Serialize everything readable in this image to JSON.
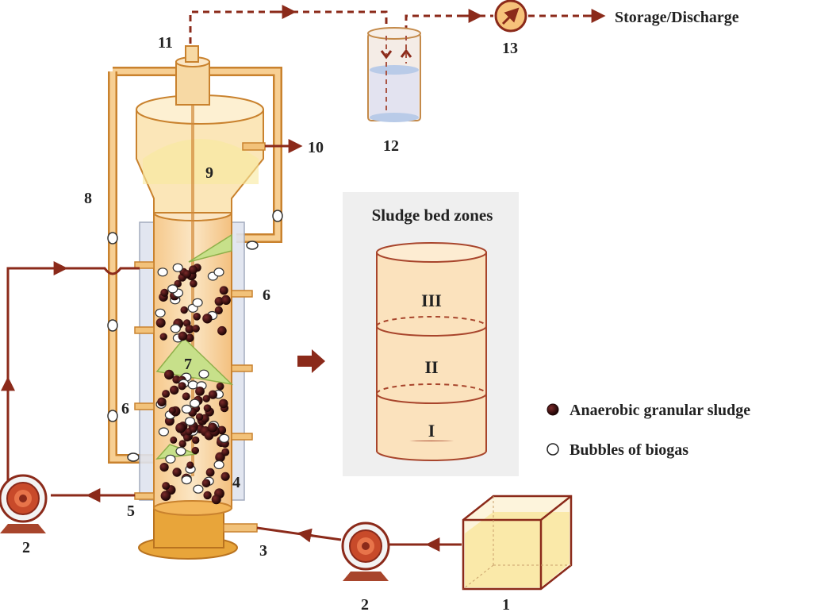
{
  "labels": {
    "n1": "1",
    "n2a": "2",
    "n2b": "2",
    "n3": "3",
    "n4": "4",
    "n5": "5",
    "n6a": "6",
    "n6b": "6",
    "n7": "7",
    "n8": "8",
    "n9": "9",
    "n10": "10",
    "n11": "11",
    "n12": "12",
    "n13": "13"
  },
  "destination": "Storage/Discharge",
  "zones": {
    "title": "Sludge bed zones",
    "items": [
      "III",
      "II",
      "I"
    ]
  },
  "legend": {
    "sludge": "Anaerobic granular sludge",
    "biogas": "Bubbles of biogas"
  },
  "colors": {
    "line": "#8b2a1a",
    "tube": "#f2c27a",
    "tube_stroke": "#c9822e",
    "reactor_fill": "#f9dcab",
    "base": "#e8a53a",
    "sludge": "#3a0d0d",
    "zone_fill": "#fbe2bd",
    "zone_bg": "#efefef",
    "baffle": "#c7e08a"
  }
}
